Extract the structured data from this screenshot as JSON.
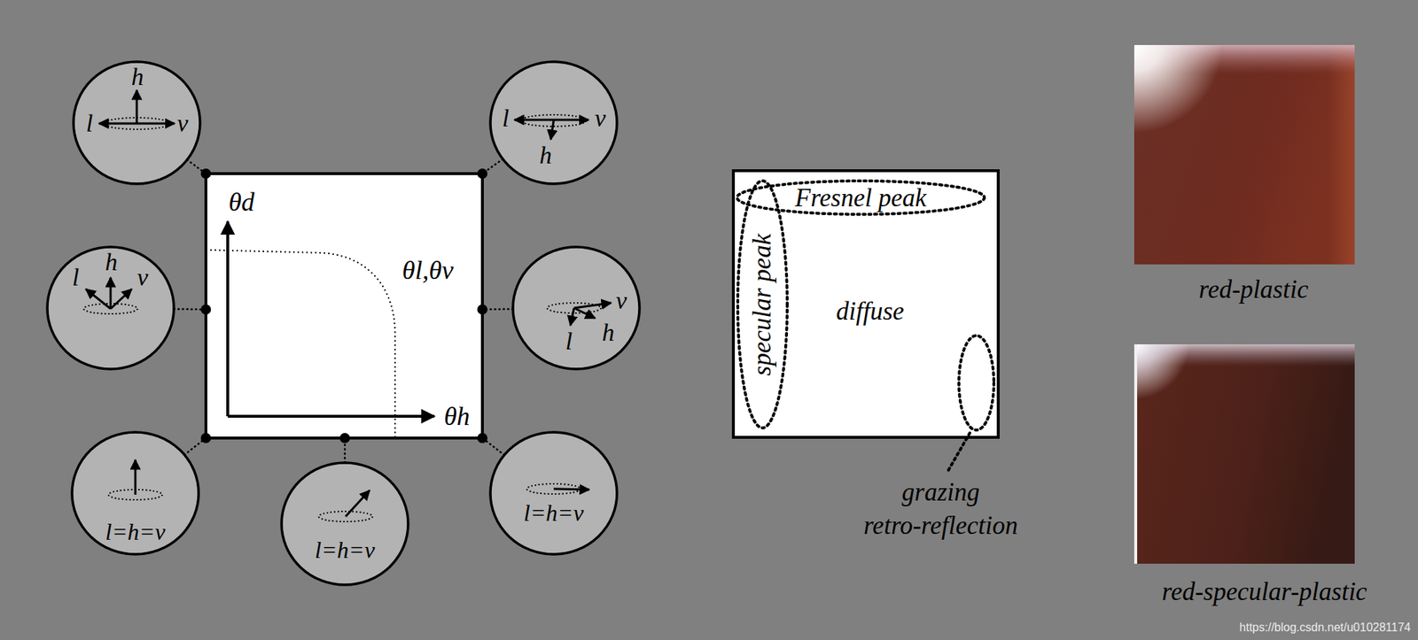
{
  "diagram": {
    "nodes": [
      {
        "text": [
          "h",
          "l",
          "v"
        ]
      },
      {
        "text": [
          "l",
          "v",
          "h"
        ]
      },
      {
        "text": [
          "θd",
          "θl,θv",
          "θh"
        ]
      },
      {
        "text": [
          "h",
          "l",
          "v"
        ]
      },
      {
        "text": [
          "v",
          "h",
          "l"
        ]
      },
      {
        "text": [
          "l=h=v"
        ]
      },
      {
        "text": [
          "l=h=v"
        ]
      },
      {
        "text": [
          "l=h=v"
        ]
      },
      {
        "text": [
          "diffuse"
        ]
      },
      {
        "text": [
          "Fresnel peak"
        ],
        "in": 8
      },
      {
        "text": [
          "specular peak"
        ],
        "in": 8
      }
    ],
    "edges": [
      {
        "from": 0,
        "to": 2,
        "arrow": "none"
      },
      {
        "from": 1,
        "to": 2,
        "arrow": "none"
      },
      {
        "from": 3,
        "to": 2,
        "arrow": "none"
      },
      {
        "from": 4,
        "to": 2,
        "arrow": "none"
      },
      {
        "from": 5,
        "to": 2,
        "arrow": "none"
      },
      {
        "from": 6,
        "to": 2,
        "arrow": "none"
      },
      {
        "from": 7,
        "to": 2,
        "arrow": "none"
      }
    ],
    "labels": [
      "grazing",
      "retro-reflection",
      "red-plastic",
      "red-specular-plastic",
      "https://blog.csdn.net/u010281174"
    ]
  }
}
